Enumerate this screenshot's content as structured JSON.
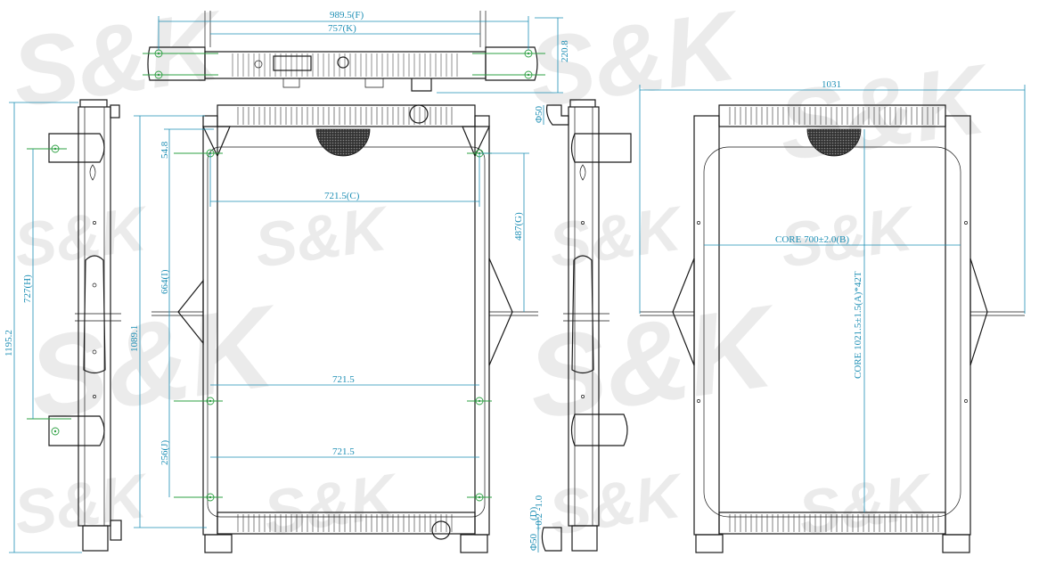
{
  "dimensions": {
    "top_overall": "989.5(F)",
    "top_inner": "757(K)",
    "top_height": "220.8",
    "left_height": "1195.2",
    "left_holes": "727(H)",
    "front_height": "1089.1",
    "front_top_offset": "54.8",
    "front_width_c": "721.5(C)",
    "front_hole_i": "664(I)",
    "front_width_mid": "721.5",
    "front_width_low": "721.5",
    "front_lower_j": "256(J)",
    "front_right_g": "487(G)",
    "side_pipe_top": "Φ50",
    "side_pipe_bottom": "Φ50",
    "side_pipe_bottom_tol": "+0.2 -1.0",
    "side_pipe_bottom_d": "(D)",
    "rear_overall": "1031",
    "core_width": "CORE 700±2.0(B)",
    "core_height": "CORE 1021.5±1.5(A)*42T"
  },
  "watermark": "S&K",
  "colors": {
    "line": "#1a1a1a",
    "dimension": "#1e8fb5",
    "hole_marker": "#2ea043",
    "watermark": "#d9d9d9"
  }
}
